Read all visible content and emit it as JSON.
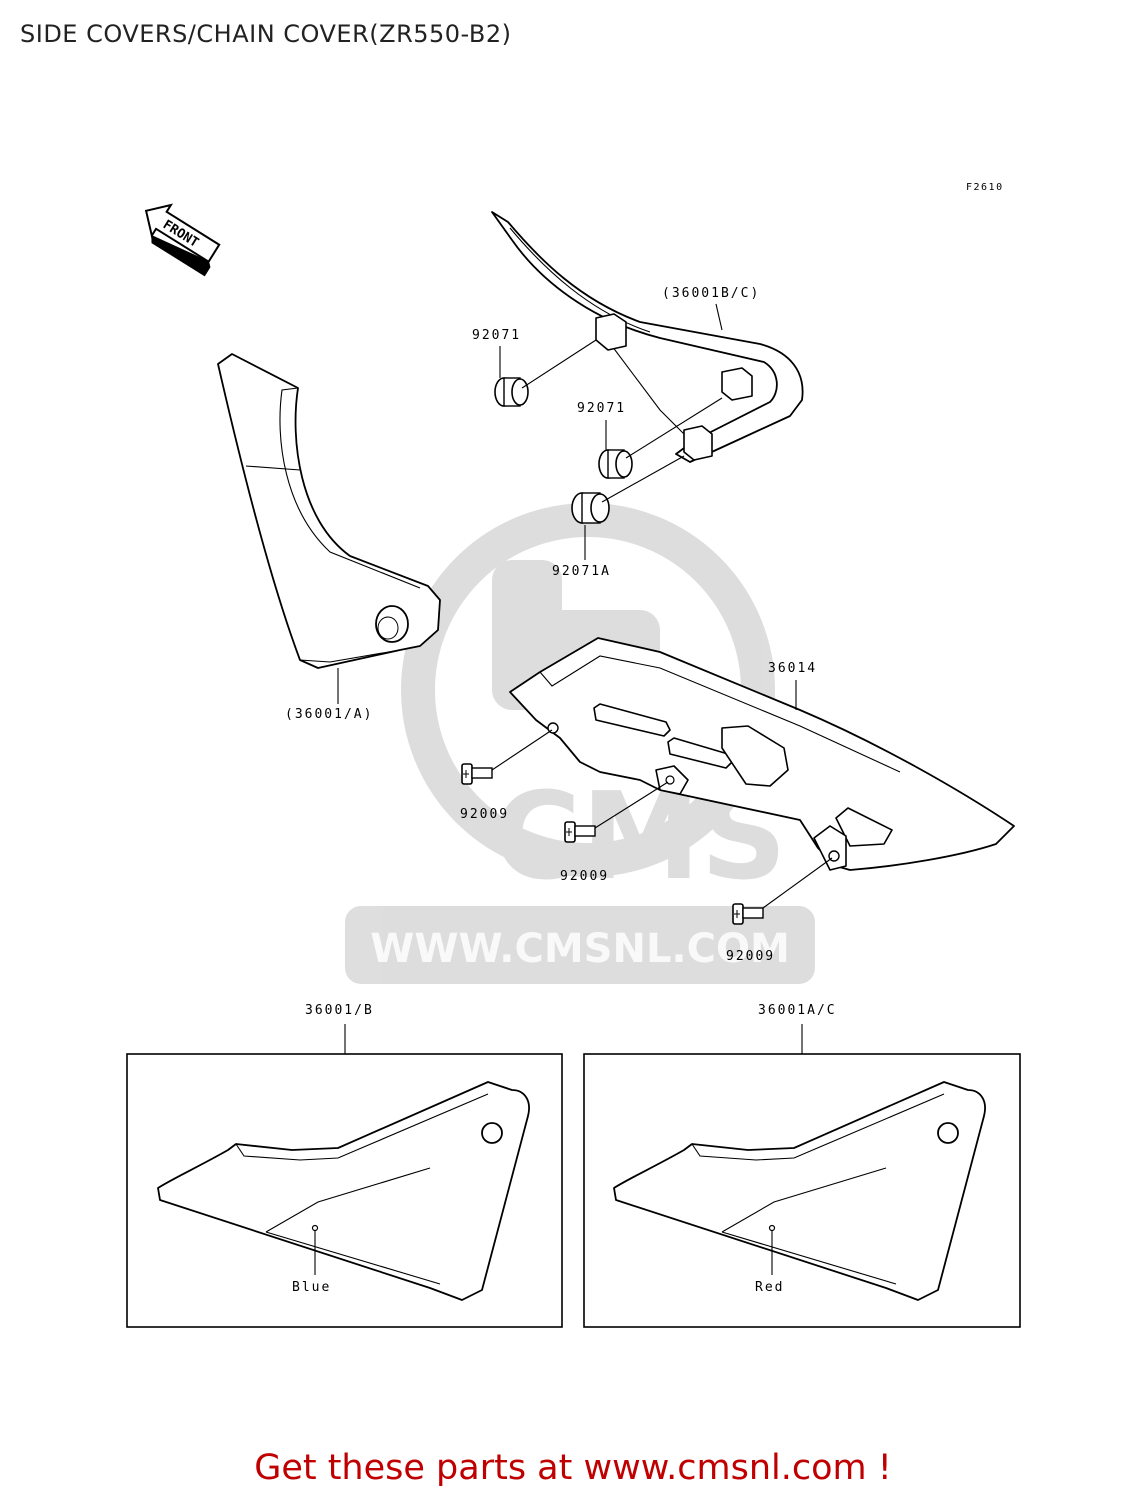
{
  "title": "SIDE COVERS/CHAIN COVER(ZR550-B2)",
  "figure_code": "F2610",
  "front_marker": "FRONT",
  "watermark": {
    "logo_text": "CMS",
    "url": "WWW.CMSNL.COM"
  },
  "parts": {
    "chain_cover_upper": "(36001B/C)",
    "grommet_1": "92071",
    "grommet_2": "92071",
    "grommet_3": "92071A",
    "side_cover_a": "(36001/A)",
    "chain_cover": "36014",
    "bolt_1": "92009",
    "bolt_2": "92009",
    "bolt_3": "92009"
  },
  "inset_boxes": [
    {
      "part_number": "36001/B",
      "color_label": "Blue"
    },
    {
      "part_number": "36001A/C",
      "color_label": "Red"
    }
  ],
  "footer": {
    "promo_text": "Get these parts at www.cmsnl.com !"
  }
}
